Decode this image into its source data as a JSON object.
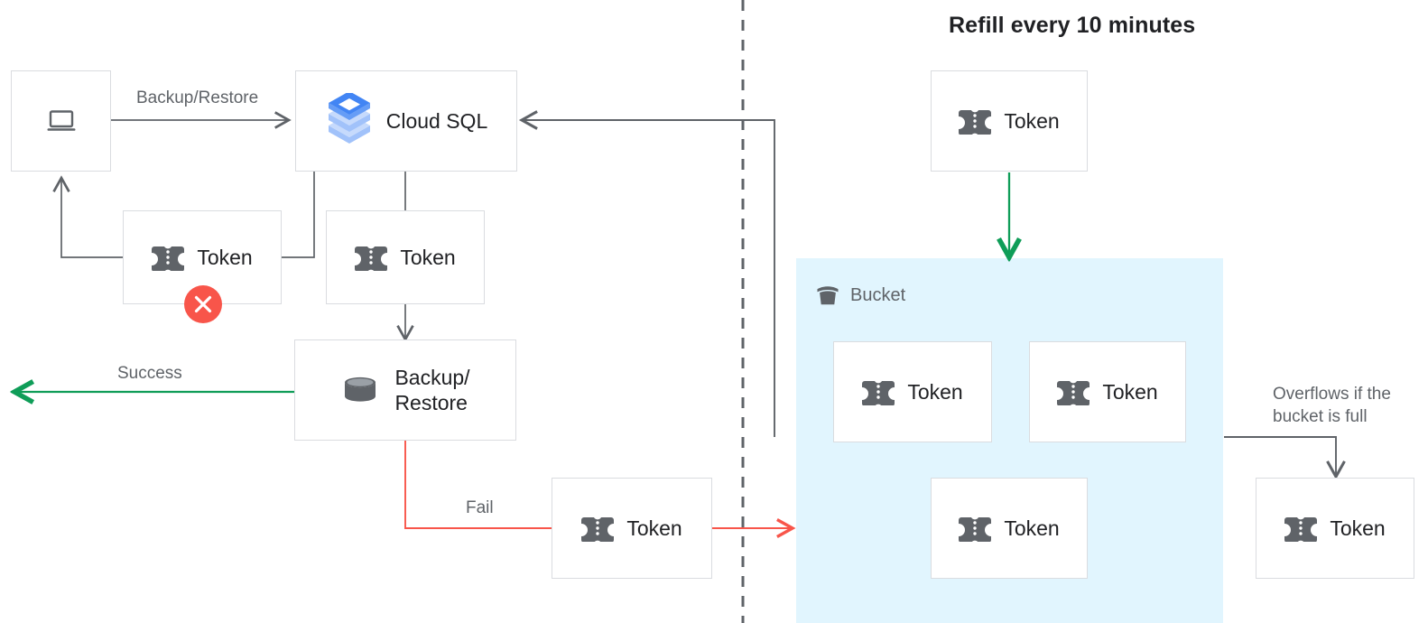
{
  "title": "Refill every 10 minutes",
  "colors": {
    "gray_line": "#5f6368",
    "green": "#0f9d58",
    "red": "#f8554a",
    "bucket_fill": "#e1f5fe",
    "box_border": "#dadce0",
    "text_dark": "#202124",
    "text_gray": "#5f6368",
    "cloudsql_blue_dark": "#4285f4",
    "cloudsql_blue_mid": "#a1c2fa",
    "cloudsql_blue_light": "#c6dafc"
  },
  "nodes": {
    "client": {
      "label": "",
      "icon": "laptop-icon"
    },
    "cloud_sql": {
      "label": "Cloud SQL",
      "icon": "cloud-sql-icon"
    },
    "token_rejected": {
      "label": "Token",
      "icon": "token-icon",
      "badge": "error-badge"
    },
    "token_accepted": {
      "label": "Token",
      "icon": "token-icon"
    },
    "backup_restore": {
      "label": "Backup/\nRestore",
      "icon": "database-icon"
    },
    "token_fail": {
      "label": "Token",
      "icon": "token-icon"
    },
    "token_refill": {
      "label": "Token",
      "icon": "token-icon"
    },
    "bucket": {
      "label": "Bucket",
      "icon": "bucket-icon"
    },
    "token_bucket_1": {
      "label": "Token",
      "icon": "token-icon"
    },
    "token_bucket_2": {
      "label": "Token",
      "icon": "token-icon"
    },
    "token_bucket_3": {
      "label": "Token",
      "icon": "token-icon"
    },
    "token_overflow": {
      "label": "Token",
      "icon": "token-icon"
    }
  },
  "edges": {
    "backup_restore_label": "Backup/Restore",
    "success_label": "Success",
    "fail_label": "Fail",
    "overflow_label": "Overflows if the\nbucket is full"
  }
}
